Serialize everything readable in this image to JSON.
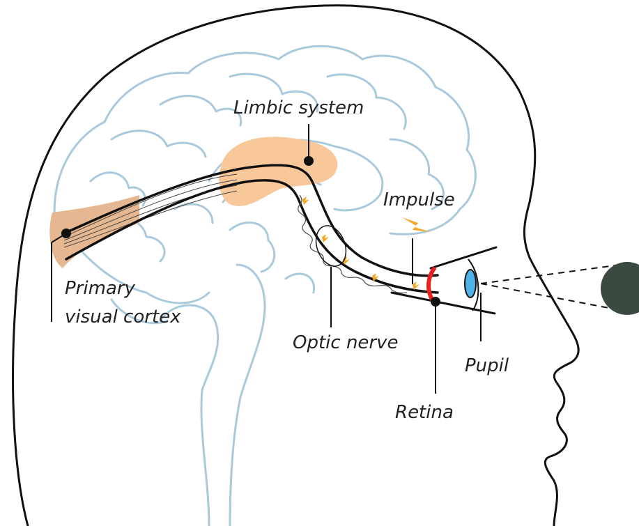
{
  "labels": {
    "limbic": "Limbic system",
    "impulse": "Impulse",
    "primary_line1": "Primary",
    "primary_line2": "visual cortex",
    "optic": "Optic nerve",
    "pupil": "Pupil",
    "retina": "Retina"
  },
  "colors": {
    "head_outline": "#111111",
    "brain_outline": "#a9c9dc",
    "limbic_fill": "#f8c89a",
    "cortex_fill": "#e6b891",
    "impulse": "#f5a623",
    "retina": "#e8211d",
    "lens": "#4fb3e8",
    "object": "#3a4a41"
  },
  "icons": [
    "impulse-bolt-icon",
    "eye-icon",
    "object-disc-icon"
  ]
}
